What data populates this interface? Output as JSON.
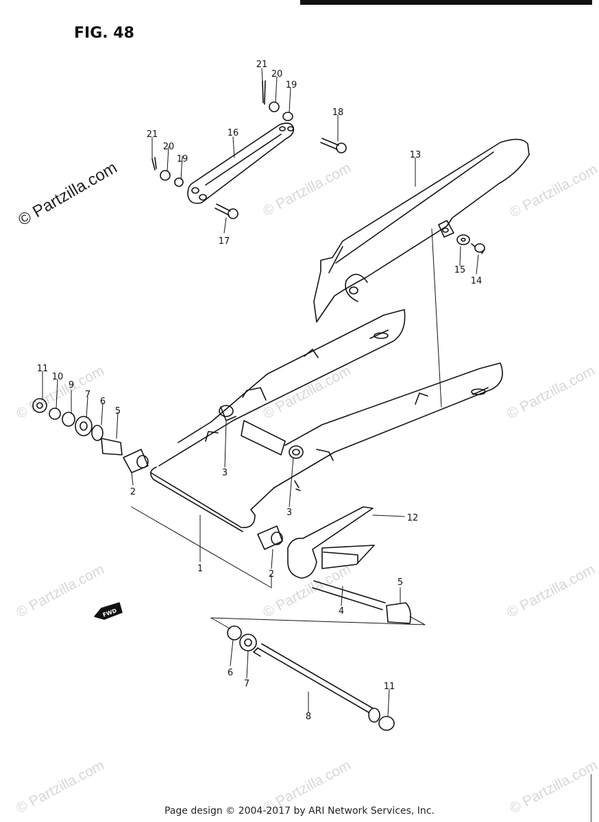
{
  "figure": {
    "title": "FIG. 48"
  },
  "watermarks": {
    "text": "© Partzilla.com"
  },
  "footer": {
    "copyright": "Page design © 2004-2017 by ARI Network Services, Inc."
  },
  "icons": {
    "fwd": "FWD"
  },
  "callouts": {
    "c1": "1",
    "c2a": "2",
    "c2b": "2",
    "c3a": "3",
    "c3b": "3",
    "c4": "4",
    "c5a": "5",
    "c5b": "5",
    "c6a": "6",
    "c6b": "6",
    "c7a": "7",
    "c7b": "7",
    "c8": "8",
    "c9": "9",
    "c10": "10",
    "c11a": "11",
    "c11b": "11",
    "c12": "12",
    "c13": "13",
    "c14": "14",
    "c15": "15",
    "c16": "16",
    "c17": "17",
    "c18": "18",
    "c19a": "19",
    "c19b": "19",
    "c20a": "20",
    "c20b": "20",
    "c21a": "21",
    "c21b": "21"
  }
}
